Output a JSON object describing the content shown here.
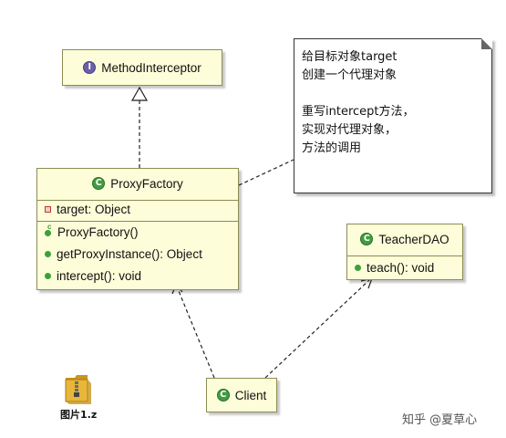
{
  "classes": {
    "method_interceptor": {
      "name": "MethodInterceptor",
      "icon": "interface-icon"
    },
    "proxy_factory": {
      "name": "ProxyFactory",
      "icon": "class-icon",
      "field": "target: Object",
      "methods": [
        "ProxyFactory()",
        "getProxyInstance(): Object",
        "intercept(): void"
      ]
    },
    "teacher_dao": {
      "name": "TeacherDAO",
      "icon": "class-icon",
      "methods": [
        "teach(): void"
      ]
    },
    "client": {
      "name": "Client",
      "icon": "class-icon"
    }
  },
  "note": {
    "lines": [
      "给目标对象target",
      "创建一个代理对象",
      "",
      "重写intercept方法，",
      "实现对代理对象，",
      "方法的调用"
    ]
  },
  "file": {
    "label": "图片1.z",
    "icon": "zip-folder-icon"
  },
  "watermark": "知乎 @夏草心",
  "colors": {
    "class_fill": "#fdfdd9",
    "class_border": "#8c8c55",
    "class_icon": "#3f9e3f",
    "interface_icon": "#6b5fa5"
  }
}
